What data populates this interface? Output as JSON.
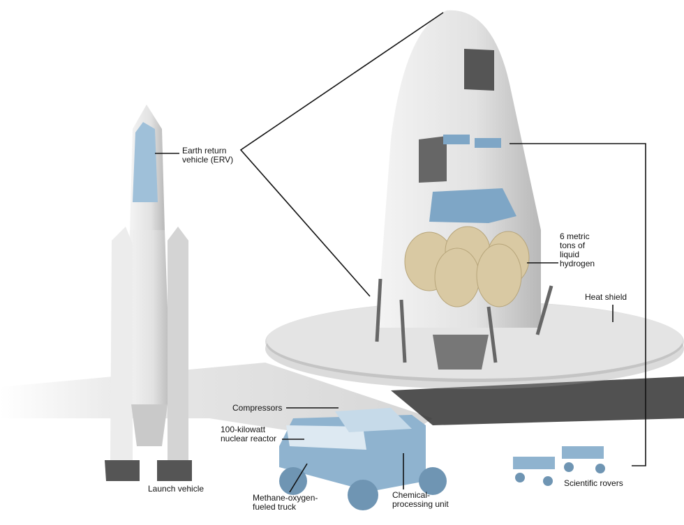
{
  "labels": {
    "erv": "Earth return\nvehicle (ERV)",
    "hydrogen": "6 metric\ntons of\nliquid\nhydrogen",
    "heat_shield": "Heat shield",
    "compressors": "Compressors",
    "reactor": "100-kilowatt\nnuclear reactor",
    "launch_vehicle": "Launch vehicle",
    "truck": "Methane-oxygen-\nfueled truck",
    "chem_unit": "Chemical-\nprocessing unit",
    "rovers": "Scientific rovers"
  },
  "colors": {
    "hull": "#e6e6e6",
    "hull_shade": "#bdbdbd",
    "vehicle_blue": "#8fb3cf",
    "tank": "#d9c9a3",
    "line": "#111111"
  }
}
